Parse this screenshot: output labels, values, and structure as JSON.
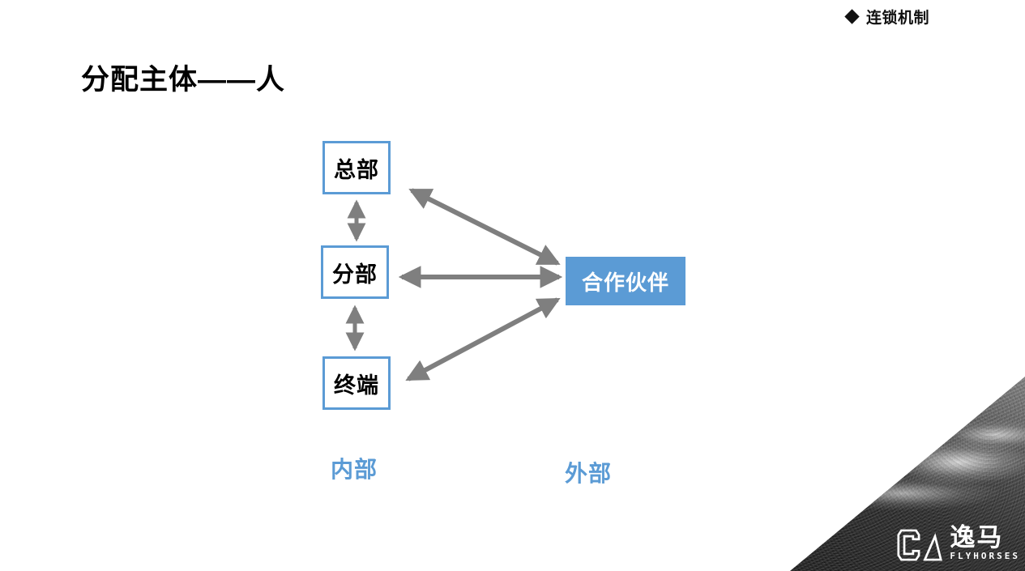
{
  "header": {
    "bullet_icon": "diamond-bullet",
    "eyebrow_text": "连锁机制"
  },
  "title": "分配主体——人",
  "diagram": {
    "nodes": [
      {
        "id": "hq",
        "label": "总部",
        "style": "outline",
        "border_color": "#5B9BD5",
        "text_color": "#000000"
      },
      {
        "id": "branch",
        "label": "分部",
        "style": "outline",
        "border_color": "#5B9BD5",
        "text_color": "#000000"
      },
      {
        "id": "terminal",
        "label": "终端",
        "style": "outline",
        "border_color": "#5B9BD5",
        "text_color": "#000000"
      },
      {
        "id": "partner",
        "label": "合作伙伴",
        "style": "filled",
        "fill_color": "#5B9BD5",
        "text_color": "#FFFFFF"
      }
    ],
    "connectors": [
      {
        "from": "hq",
        "to": "branch",
        "type": "double-arrow",
        "orientation": "vertical",
        "color": "#7F7F7F"
      },
      {
        "from": "branch",
        "to": "terminal",
        "type": "double-arrow",
        "orientation": "vertical",
        "color": "#7F7F7F"
      },
      {
        "from": "hq",
        "to": "partner",
        "type": "double-arrow",
        "orientation": "diagonal-down",
        "color": "#7F7F7F"
      },
      {
        "from": "branch",
        "to": "partner",
        "type": "double-arrow",
        "orientation": "horizontal",
        "color": "#7F7F7F"
      },
      {
        "from": "terminal",
        "to": "partner",
        "type": "double-arrow",
        "orientation": "diagonal-up",
        "color": "#7F7F7F"
      }
    ],
    "group_labels": [
      {
        "id": "internal",
        "label": "内部",
        "color": "#5B9BD5"
      },
      {
        "id": "external",
        "label": "外部",
        "color": "#5B9BD5"
      }
    ]
  },
  "footer_logo": {
    "mark_icon": "ca-flyhorses-mark",
    "brand_cn": "逸马",
    "brand_en": "FLYHORSES"
  },
  "colors": {
    "accent_blue": "#5B9BD5",
    "arrow_gray": "#7F7F7F",
    "text_black": "#000000",
    "background": "#FFFFFF"
  }
}
